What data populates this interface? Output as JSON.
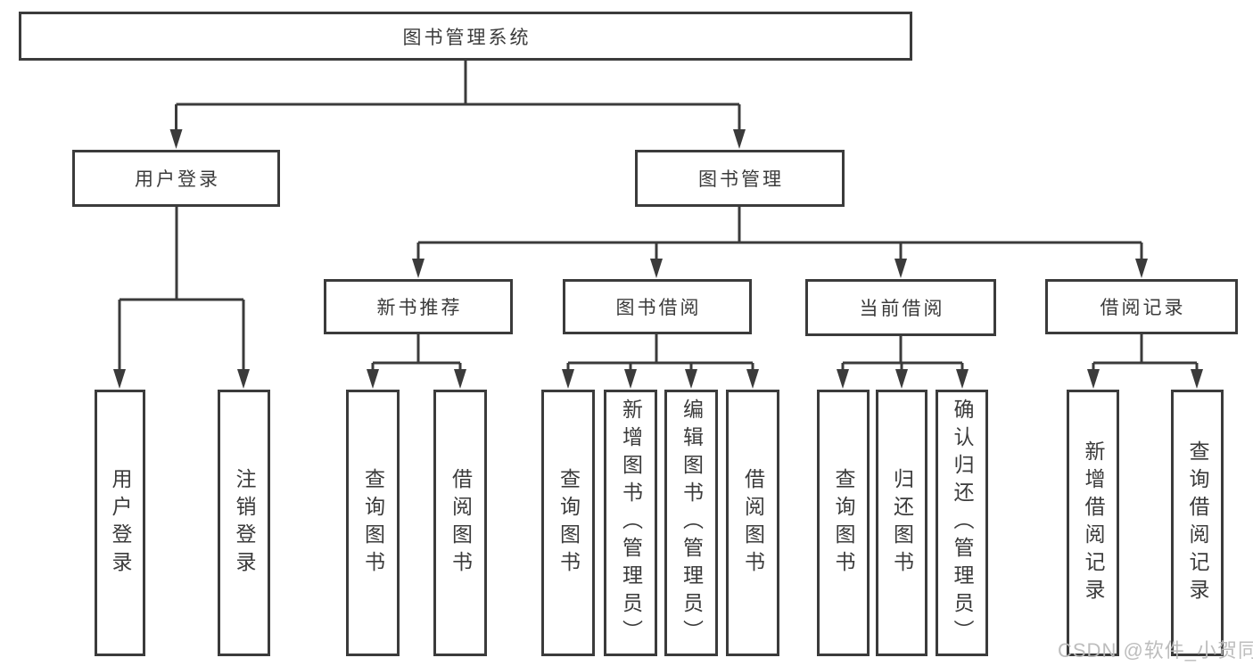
{
  "colors": {
    "line": "#3b3b3b",
    "text": "#3b3b3b",
    "background": "#ffffff",
    "watermark": "#b9b9b9"
  },
  "watermark": {
    "text": "CSDN @软件_小贺同学"
  },
  "tree": {
    "label": "图书管理系统",
    "children": [
      {
        "label": "用户登录",
        "children": [
          {
            "label": "用户登录"
          },
          {
            "label": "注销登录"
          }
        ]
      },
      {
        "label": "图书管理",
        "children": [
          {
            "label": "新书推荐",
            "children": [
              {
                "label": "查询图书"
              },
              {
                "label": "借阅图书"
              }
            ]
          },
          {
            "label": "图书借阅",
            "children": [
              {
                "label": "查询图书"
              },
              {
                "label": "新增图书（管理员）"
              },
              {
                "label": "编辑图书（管理员）"
              },
              {
                "label": "借阅图书"
              }
            ]
          },
          {
            "label": "当前借阅",
            "children": [
              {
                "label": "查询图书"
              },
              {
                "label": "归还图书"
              },
              {
                "label": "确认归还（管理员）"
              }
            ]
          },
          {
            "label": "借阅记录",
            "children": [
              {
                "label": "新增借阅记录"
              },
              {
                "label": "查询借阅记录"
              }
            ]
          }
        ]
      }
    ]
  }
}
